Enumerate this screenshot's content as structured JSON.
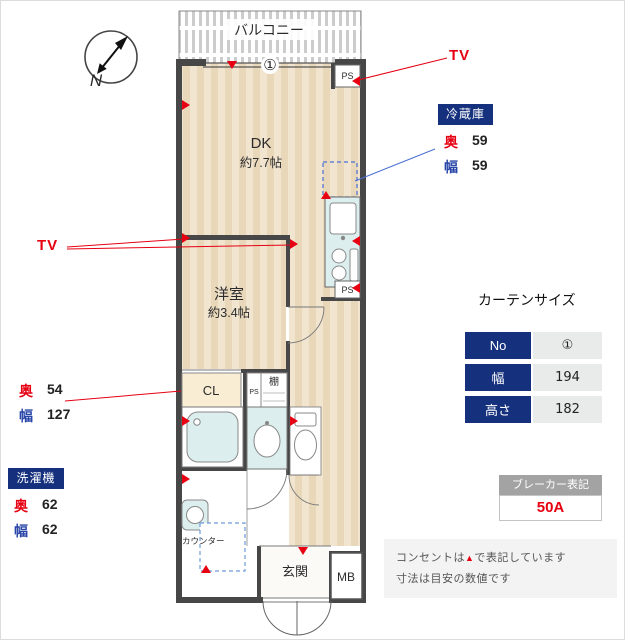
{
  "compass": {
    "north": "N"
  },
  "plan": {
    "balcony": "バルコニー",
    "window_no": "①",
    "dk_name": "DK",
    "dk_size": "約7.7帖",
    "western_name": "洋室",
    "western_size": "約3.4帖",
    "closet": "CL",
    "shelf": "棚",
    "ps_top": "PS",
    "ps_kitchen": "PS",
    "ps_column": "PS",
    "counter": "カウンター",
    "entrance": "玄関",
    "meter_box": "MB"
  },
  "labels": {
    "tv_top": "TV",
    "tv_left": "TV",
    "fridge_title": "冷蔵庫",
    "fridge_depth_label": "奥",
    "fridge_depth": "59",
    "fridge_width_label": "幅",
    "fridge_width": "59",
    "closet_depth_label": "奥",
    "closet_depth": "54",
    "closet_width_label": "幅",
    "closet_width": "127",
    "washer_title": "洗濯機",
    "washer_depth_label": "奥",
    "washer_depth": "62",
    "washer_width_label": "幅",
    "washer_width": "62"
  },
  "curtain": {
    "title": "カーテンサイズ",
    "rows": [
      {
        "label": "No",
        "value": "①"
      },
      {
        "label": "幅",
        "value": "194"
      },
      {
        "label": "高さ",
        "value": "182"
      }
    ]
  },
  "breaker": {
    "title": "ブレーカー表記",
    "value": "50A"
  },
  "note": {
    "line1_pre": "コンセントは",
    "line1_mark": "▲",
    "line1_post": "で表記しています",
    "line2": "寸法は目安の数値です"
  },
  "colors": {
    "accent_red": "#e60012",
    "accent_blue": "#2845a8",
    "navy": "#15307d",
    "room_beige": "#f2e5d0",
    "fixture_cyan": "#dcefee",
    "wall_gray": "#474747"
  }
}
